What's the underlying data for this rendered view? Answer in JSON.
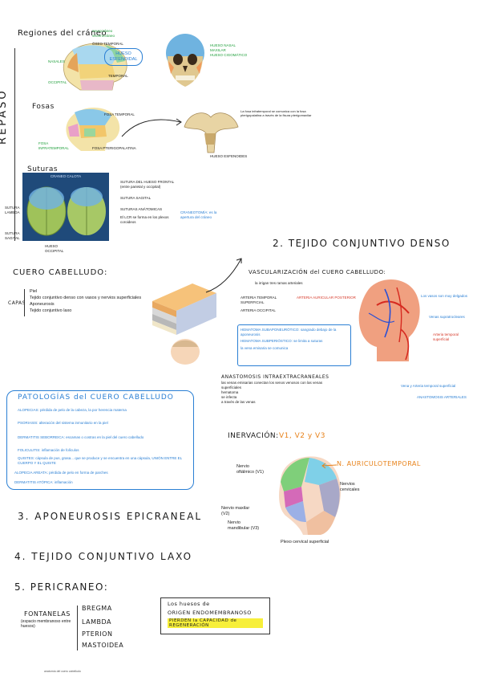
{
  "repaso": {
    "vertical_label": "REPASO",
    "regiones": {
      "title": "Regiones del cráneo",
      "notes_top": [
        "neurocráneo",
        "viscerocráneo"
      ],
      "labels": [
        "ÓSEO TEMPORAL",
        "HUESO ESFENOIDAL",
        "NASALES",
        "OCCIPITAL",
        "TEMPORAL"
      ],
      "labels_right": [
        "HUESO NASAL",
        "MAXILAR",
        "HUESO CIGOMÁTICO"
      ]
    },
    "fosas": {
      "title": "Fosas",
      "labels": [
        "FOSA TEMPORAL",
        "FOSA INFRATEMPORAL",
        "FOSA PTERIGOPALATINA"
      ],
      "note": "La fosa infratemporal se comunica con la fosa pterigopalatina a través de la fisura pterigomaxilar",
      "bone_label": "HUESO ESFENOIDES"
    },
    "suturas": {
      "title": "Suturas",
      "image_title": "CRANEO CALOTA",
      "side_labels": [
        "SUTURA LAMBDA",
        "SUTURA SAGITAL",
        "HUESO OCCIPITAL"
      ],
      "labels": [
        "SUTURA DEL HUESO FRONTAL (entre parietal y occipital)",
        "SUTURA SAGITAL",
        "SUTURAS ANÁTOMICAS",
        "El LCR se forma en los plexos coroideos"
      ],
      "note": "CRANEOTOMÍA: es la apertura del cráneo"
    }
  },
  "section2": {
    "title": "2. TEJIDO CONJUNTIVO DENSO",
    "vascularizacion": "VASCULARIZACIÓN del CUERO CABELLUDO:",
    "sub": "la irrigan tres ramas arteriales",
    "items": [
      "ARTERIA TEMPORAL SUPERFICIAL",
      "ARTERIA AURICULAR POSTERIOR",
      "ARTERIA OCCIPITAL"
    ],
    "right_notes": [
      "Los vasos son muy delgados",
      "Venas supratrocleares",
      "Arteria temporal superficial"
    ],
    "box_lines": [
      "HEMATOMA SUBAPONEURÓTICO: sangrado debajo de la aponeurosis",
      "HEMATOMA SUBPERIÓSTICO: se limita a suturas",
      "la vena emisaria se comunica"
    ],
    "bottom_notes": [
      "Vena y Arteria temporal superficial",
      "ANASTOMOSIS ARTERIALES"
    ]
  },
  "cuero": {
    "title": "CUERO CABELLUDO:",
    "capas": "CAPAS",
    "layers": [
      "Piel",
      "Tejido conjuntivo denso con vasos y nervios superficiales",
      "Aponeurosis",
      "Tejido conjuntivo laxo"
    ]
  },
  "patologias": {
    "title": "PATOLOGÍAS del CUERO CABELLUDO",
    "items": [
      "ALOPECIAS: pérdida de pelo de la cabeza, la por herencia materna",
      "PSORIASIS: alteración del sistema inmunitario en la piel",
      "DERMATITIS SEBORREICA: escamas o costras en la piel del cuero cabelludo",
      "FOLICULITIS: inflamación de folículos",
      "QUISTES: cápsula de pus, grasa... que se produce y se encuentra en una cápsula, UNIÓN ENTRE EL CUERPO Y EL QUISTE",
      "ALOPECIA AREATA: pérdida de pelo en forma de parches",
      "DERMATITIS ATÓPICA: inflamación"
    ]
  },
  "anastomosis": {
    "title": "ANASTOMOSIS INTRAEXTRACRANEALES",
    "lines": [
      "las venas emisarias conectan los senos venosos con las venas superficiales",
      "hematoma",
      "se infecta",
      "a través de las venas"
    ]
  },
  "inervacion": {
    "title": "INERVACIÓN:",
    "branches": "V1, V2 y V3",
    "auriculo": "N. AURICULOTEMPORAL",
    "labels": [
      {
        "id": "v1",
        "text": "Nervio oftálmico (V1)"
      },
      {
        "id": "v2",
        "text": "Nervio maxilar (V2)"
      },
      {
        "id": "v3",
        "text": "Nervio mandibular (V3)"
      },
      {
        "id": "cerv",
        "text": "Nervios cervicales"
      },
      {
        "id": "plexo",
        "text": "Plexo cervical superficial"
      }
    ]
  },
  "section3": {
    "title": "3. APONEUROSIS EPICRANEAL"
  },
  "section4": {
    "title": "4. TEJIDO CONJUNTIVO LAXO"
  },
  "section5": {
    "title": "5. PERICRANEO:",
    "fontanelas": "FONTANELAS",
    "fontanelas_note": "(espacio membranoso entre huesos)",
    "list": [
      "BREGMA",
      "LAMBDA",
      "PTERION",
      "MASTOIDEA"
    ],
    "box_lines": [
      "Los huesos de",
      "ORIGEN ENDOMEMBRANOSO",
      "PIERDEN la CAPACIDAD de REGENERACIÓN"
    ]
  },
  "footer": "anatomía del cuero cabelludo"
}
